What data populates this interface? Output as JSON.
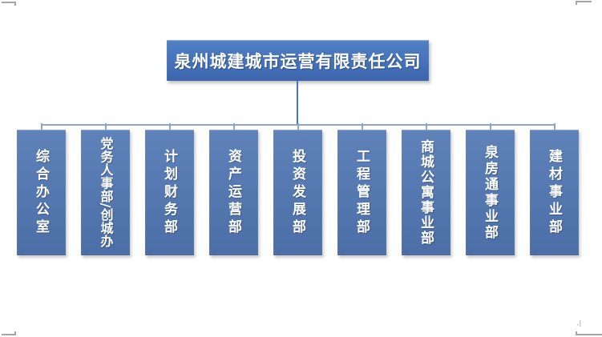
{
  "page": {
    "footer_mark": ".|"
  },
  "chart": {
    "type": "org-chart",
    "root": {
      "label": "泉州城建城市运营有限责任公司"
    },
    "departments": [
      {
        "label": "综合办公室"
      },
      {
        "label": "党务人事部/创城办"
      },
      {
        "label": "计划财务部"
      },
      {
        "label": "资产运营部"
      },
      {
        "label": "投资发展部"
      },
      {
        "label": "工程管理部"
      },
      {
        "label": "商城公寓事业部"
      },
      {
        "label": "泉房通事业部"
      },
      {
        "label": "建材事业部"
      }
    ],
    "colors": {
      "root_box_top": "#5080c5",
      "root_box_bottom": "#3c66ae",
      "dept_box_top": "#5f82b9",
      "dept_box_bottom": "#4b6ea7",
      "connector_main": "#4a74ba",
      "connector_branch": "#8da5ca",
      "text": "#ffffff",
      "crop_mark": "#a6a6a6"
    }
  }
}
